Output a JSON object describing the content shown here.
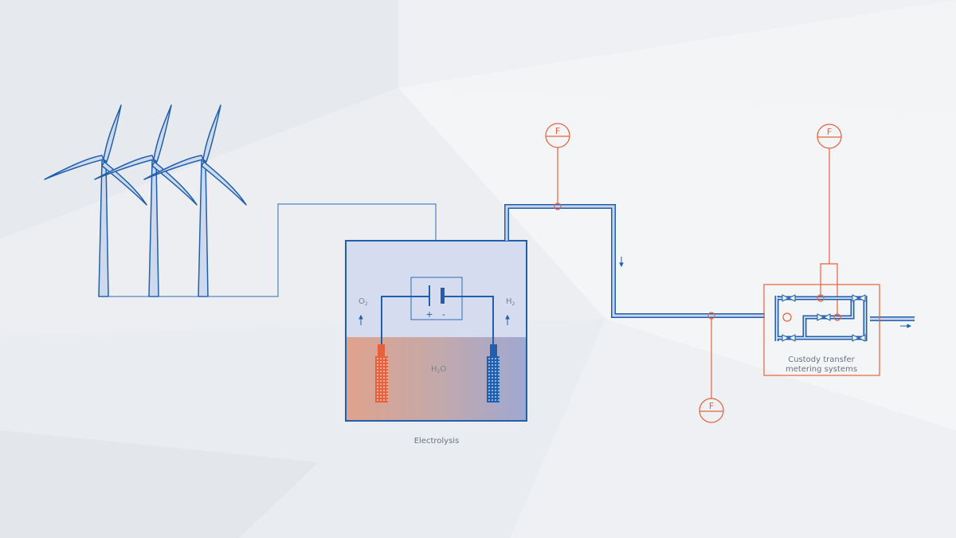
{
  "diagram": {
    "title": "Wind-powered electrolysis hydrogen flow diagram",
    "colors": {
      "blue": "#1f5fae",
      "blue_light": "#c9d5ec",
      "orange": "#e8603c",
      "background": "#eef0f3",
      "label_gray": "#6b7280"
    },
    "wind_turbines": {
      "count": 3
    },
    "electrolysis": {
      "label": "Electrolysis",
      "gas_left": "O",
      "gas_left_sub": "2",
      "gas_right": "H",
      "gas_right_sub": "2",
      "liquid": "H",
      "liquid_sub": "2",
      "liquid_end": "O",
      "plus": "+",
      "minus": "-"
    },
    "flow_meters": [
      {
        "id": "F1",
        "symbol": "F"
      },
      {
        "id": "F2",
        "symbol": "F"
      },
      {
        "id": "F3",
        "symbol": "F"
      }
    ],
    "metering": {
      "label_line1": "Custody transfer",
      "label_line2": "metering systems"
    }
  }
}
